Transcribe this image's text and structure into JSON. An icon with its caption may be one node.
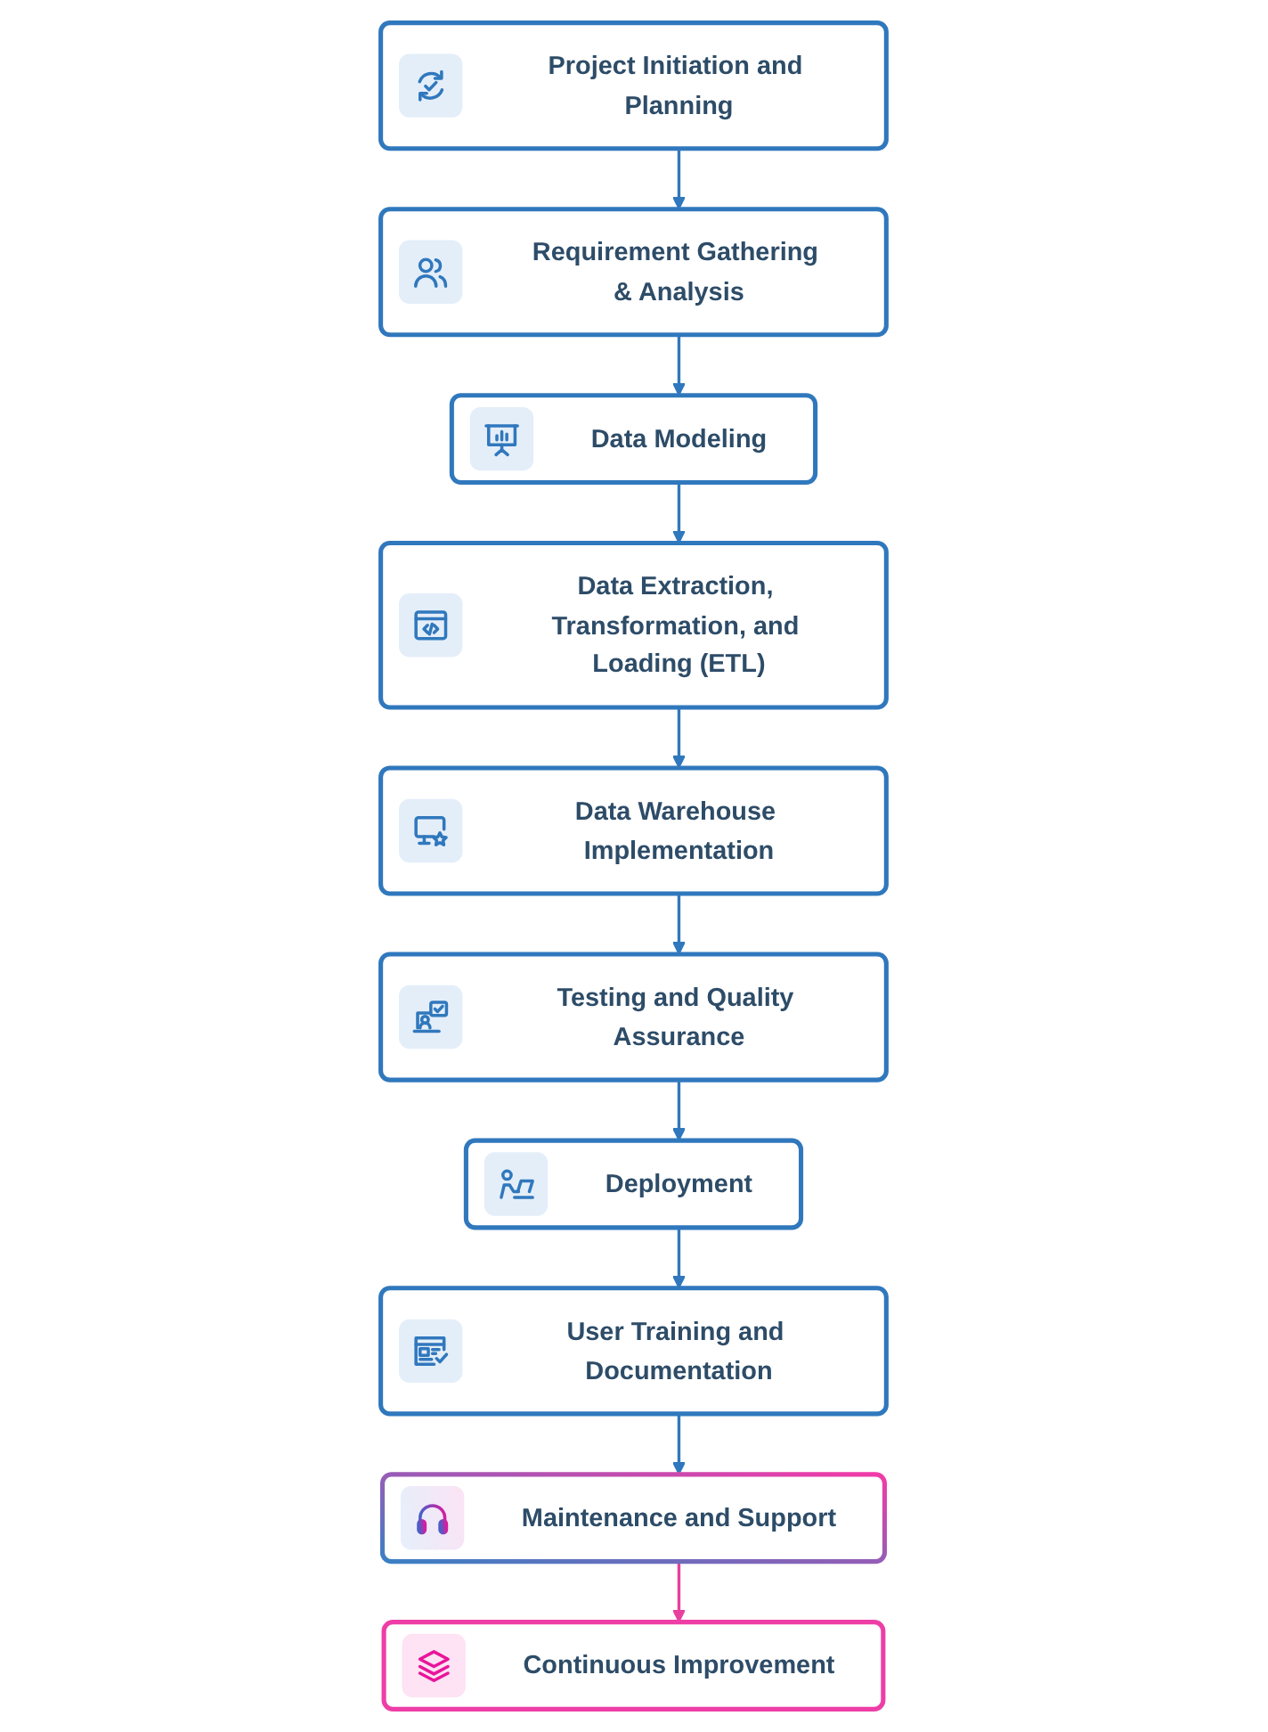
{
  "diagram": {
    "nodes": [
      {
        "text": [
          "Project Initiation and Planning"
        ]
      },
      {
        "text": [
          "Requirement Gathering & Analysis"
        ]
      },
      {
        "text": [
          "Data Modeling"
        ]
      },
      {
        "text": [
          "Data Extraction, Transformation, and Loading (ETL)"
        ]
      },
      {
        "text": [
          "Data Warehouse Implementation"
        ]
      },
      {
        "text": [
          "Testing and Quality Assurance"
        ]
      },
      {
        "text": [
          "Deployment"
        ]
      },
      {
        "text": [
          "User Training and Documentation"
        ]
      },
      {
        "text": [
          "Maintenance and Support"
        ]
      },
      {
        "text": [
          "Continuous Improvement"
        ]
      }
    ],
    "edges": [
      {
        "from": 0,
        "to": 1,
        "arrow": "to"
      },
      {
        "from": 1,
        "to": 2,
        "arrow": "to"
      },
      {
        "from": 2,
        "to": 3,
        "arrow": "to"
      },
      {
        "from": 3,
        "to": 4,
        "arrow": "to"
      },
      {
        "from": 4,
        "to": 5,
        "arrow": "to"
      },
      {
        "from": 5,
        "to": 6,
        "arrow": "to"
      },
      {
        "from": 6,
        "to": 7,
        "arrow": "to"
      },
      {
        "from": 7,
        "to": 8,
        "arrow": "to"
      },
      {
        "from": 8,
        "to": 9,
        "arrow": "to",
        "color": "#e8409e"
      }
    ]
  }
}
